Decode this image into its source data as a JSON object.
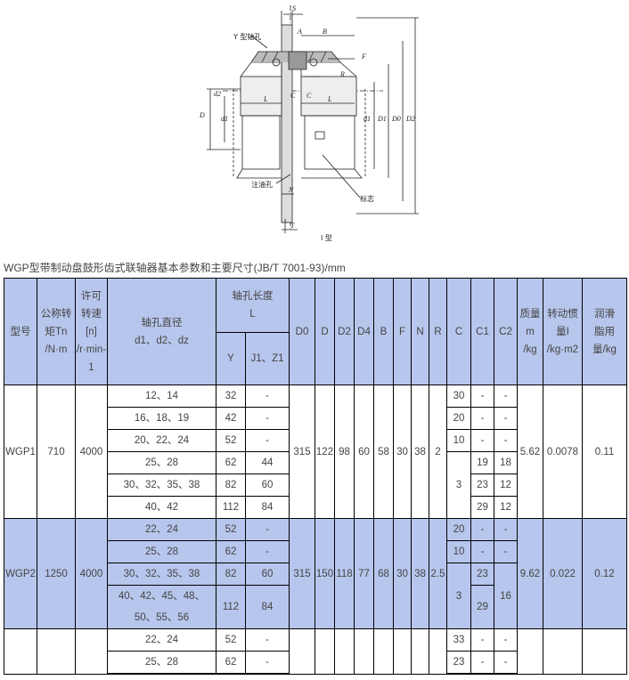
{
  "drawing": {
    "labels": {
      "S": "S",
      "B": "B",
      "A": "A",
      "F": "F",
      "R": "R",
      "D": "D",
      "d2": "d2",
      "d1": "d1",
      "D1": "D1",
      "D0": "D0",
      "D2": "D2",
      "L_left": "L",
      "L_right": "L",
      "C_left": "C",
      "C_right": "C",
      "N": "N",
      "T": "T",
      "y_bore": "Y 型轴孔",
      "oil_hole": "注油孔",
      "mark": "标志",
      "type_label": "I 型"
    }
  },
  "caption": "WGP型带制动盘鼓形齿式联轴器基本参数和主要尺寸(JB/T 7001-93)/mm",
  "table": {
    "headers": {
      "model": "型号",
      "torque": [
        "公称转",
        "矩Tn",
        "/N·m"
      ],
      "speed": [
        "许可",
        "转速",
        "[n]",
        "/r·min-",
        "1"
      ],
      "bore": [
        "轴孔直径",
        "d1、d2、dz"
      ],
      "length": [
        "轴孔长度",
        "L"
      ],
      "length_y": "Y",
      "length_j": "J1、Z1",
      "D0": "D0",
      "D": "D",
      "D2": "D2",
      "D4": "D4",
      "B": "B",
      "F": "F",
      "N": "N",
      "R": "R",
      "C": "C",
      "C1": "C1",
      "C2": "C2",
      "mass": [
        "质量",
        "m",
        "/kg"
      ],
      "inertia": [
        "转动惯",
        "量I",
        "/kg·m2"
      ],
      "grease": [
        "润滑",
        "脂用",
        "量/kg"
      ]
    },
    "wgp1": {
      "model": "WGP1",
      "torque": "710",
      "speed": "4000",
      "D0": "315",
      "D": "122",
      "D2": "98",
      "D4": "60",
      "B": "58",
      "F": "30",
      "N": "38",
      "R": "2",
      "c_merged": "3",
      "mass": "5.62",
      "inertia": "0.0078",
      "grease": "0.11",
      "rows": [
        {
          "bore": "12、14",
          "y": "32",
          "j": "-",
          "c": "30",
          "c1": "-",
          "c2": "-"
        },
        {
          "bore": "16、18、19",
          "y": "42",
          "j": "-",
          "c": "20",
          "c1": "-",
          "c2": "-"
        },
        {
          "bore": "20、22、24",
          "y": "52",
          "j": "-",
          "c": "10",
          "c1": "-",
          "c2": "-"
        },
        {
          "bore": "25、28",
          "y": "62",
          "j": "44",
          "c1": "19",
          "c2": "18"
        },
        {
          "bore": "30、32、35、38",
          "y": "82",
          "j": "60",
          "c1": "23",
          "c2": "12"
        },
        {
          "bore": "40、42",
          "y": "112",
          "j": "84",
          "c1": "29",
          "c2": "12"
        }
      ]
    },
    "wgp2": {
      "model": "WGP2",
      "torque": "1250",
      "speed": "4000",
      "D0": "315",
      "D": "150",
      "D2": "118",
      "D4": "77",
      "B": "68",
      "F": "30",
      "N": "38",
      "R": "2.5",
      "c_merged": "3",
      "c1_merged": "29",
      "c2_merged": "16",
      "mass": "9.62",
      "inertia": "0.022",
      "grease": "0.12",
      "rows": [
        {
          "bore": "22、24",
          "y": "52",
          "j": "-",
          "c": "20",
          "c1": "-",
          "c2": "-"
        },
        {
          "bore": "25、28",
          "y": "62",
          "j": "-",
          "c": "10",
          "c1": "-",
          "c2": "-"
        },
        {
          "bore": "30、32、35、38",
          "y": "82",
          "j": "60",
          "c1": "23"
        },
        {
          "bore_lines": [
            "40、42、45、48、",
            "50、55、56"
          ],
          "y": "112",
          "j": "84"
        }
      ]
    },
    "wgp3": {
      "rows": [
        {
          "bore": "22、24",
          "y": "52",
          "j": "-",
          "c": "33",
          "c1": "-",
          "c2": "-"
        },
        {
          "bore": "25、28",
          "y": "62",
          "j": "-",
          "c": "23",
          "c1": "-",
          "c2": "-"
        }
      ]
    }
  }
}
